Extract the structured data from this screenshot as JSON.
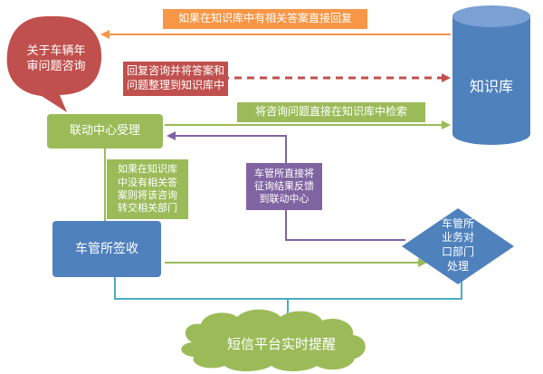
{
  "nodes": {
    "bubble": "关于车辆年\n审问题咨询",
    "knowledge_base": "知识库",
    "center": "联动中心受理",
    "dmv": "车管所签收",
    "dept": "车管所\n业务对\n口部门\n处理",
    "sms": "短信平台实时提醒"
  },
  "labels": {
    "reply_if_found": "如果在知识库中有相关答案直接回复",
    "reply_and_organize": "回复咨询并将答案和\n问题整理到知识库中",
    "search_kb": "将咨询问题直接在知识库中检索",
    "transfer_dept": "如果在知识库\n中没有相关答\n案则将该咨询\n转交相关部门",
    "feedback_result": "车管所直接将\n征询结果反馈\n到联动中心"
  },
  "colors": {
    "orange": "#f79646",
    "red": "#c0504d",
    "green": "#9bbb59",
    "blue": "#4f81bd",
    "purple": "#8064a2",
    "cyan_stroke": "#4bacc6"
  }
}
